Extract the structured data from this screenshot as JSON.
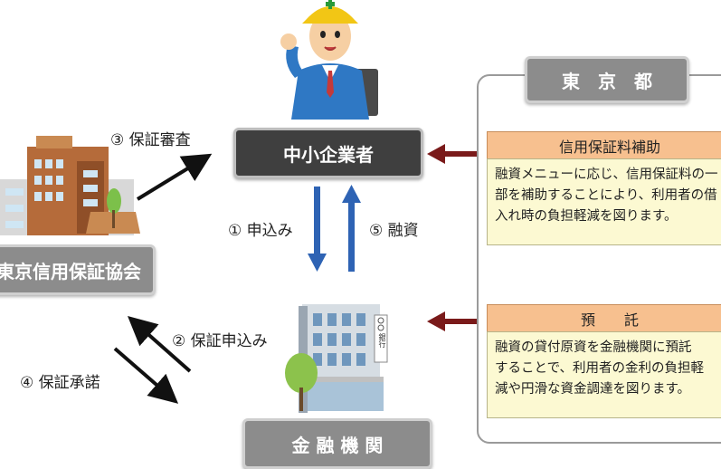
{
  "sme": {
    "label": "中小企業者"
  },
  "association": {
    "label": "東京信用保証協会"
  },
  "bank": {
    "label": "金 融 機 関"
  },
  "bank_sign": "銀行",
  "tokyo": {
    "label": "東　京　都"
  },
  "steps": {
    "s1": "① 申込み",
    "s2": "② 保証申込み",
    "s3": "③ 保証審査",
    "s4": "④ 保証承諾",
    "s5": "⑤ 融資"
  },
  "cards": [
    {
      "title": "信用保証料補助",
      "body": "融資メニューに応じ、信用保証料の一\n部を補助することにより、利用者の借\n入れ時の負担軽減を図ります。"
    },
    {
      "title": "預　　託",
      "body": "融資の貸付原資を金融機関に預託\nすることで、利用者の金利の負担軽\n減や円滑な資金調達を図ります。"
    }
  ],
  "colors": {
    "blue_arrow": "#2e63b4",
    "red_arrow": "#7a1a1a",
    "dark_box": "#3f3f3f",
    "grey_box": "#8c8c8c",
    "card_title": "#f7c08f",
    "card_body": "#fcf9d2"
  }
}
